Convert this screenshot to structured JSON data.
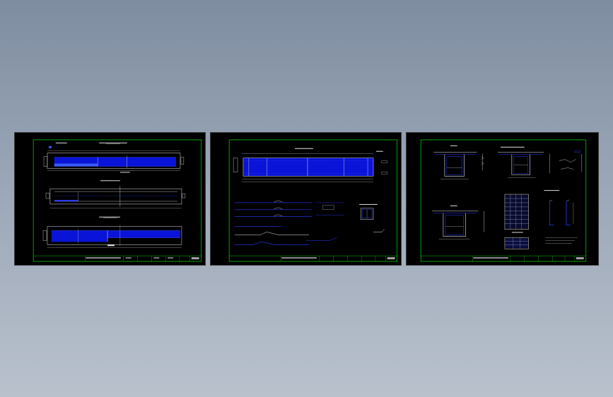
{
  "viewer": {
    "background_top": "#7e8da0",
    "background_bottom": "#b9c1cd"
  },
  "colors": {
    "sheet_background": "#000000",
    "frame_border": "#00c800",
    "fill_blue": "#0a14d8",
    "line_blue": "#2a3cff",
    "line_white": "#e6e6e6",
    "line_cyan": "#00d8d8"
  },
  "sheets": [
    {
      "id": "sheet-1",
      "content": "beam-elevation-and-plan-views",
      "title_block_text": ""
    },
    {
      "id": "sheet-2",
      "content": "reinforcement-layout-and-bar-shapes",
      "title_block_text": ""
    },
    {
      "id": "sheet-3",
      "content": "cross-sections-and-rebar-table",
      "title_block_text": ""
    }
  ]
}
